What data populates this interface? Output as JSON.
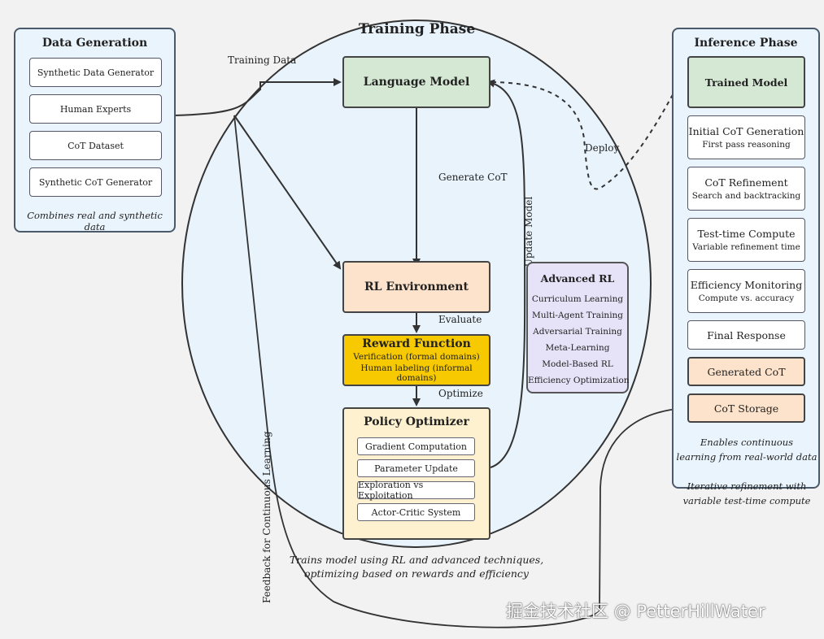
{
  "data_generation": {
    "title": "Data Generation",
    "items": [
      "Synthetic Data Generator",
      "Human Experts",
      "CoT Dataset",
      "Synthetic CoT Generator"
    ],
    "caption": "Combines real and synthetic data"
  },
  "training": {
    "title": "Training Phase",
    "language_model": "Language Model",
    "rl_environment": "RL Environment",
    "reward_function": {
      "title": "Reward Function",
      "line1": "Verification (formal domains)",
      "line2": "Human labeling (informal domains)"
    },
    "policy_optimizer": {
      "title": "Policy Optimizer",
      "items": [
        "Gradient Computation",
        "Parameter Update",
        "Exploration vs Exploitation",
        "Actor-Critic System"
      ]
    },
    "caption_line1": "Trains model using RL and advanced techniques,",
    "caption_line2": "optimizing based on rewards and efficiency"
  },
  "advanced_rl": {
    "title": "Advanced RL",
    "items": [
      "Curriculum Learning",
      "Multi-Agent Training",
      "Adversarial Training",
      "Meta-Learning",
      "Model-Based RL",
      "Efficiency Optimization"
    ]
  },
  "inference": {
    "title": "Inference Phase",
    "trained_model": "Trained Model",
    "steps": [
      {
        "title": "Initial CoT Generation",
        "sub": "First pass reasoning"
      },
      {
        "title": "CoT Refinement",
        "sub": "Search and backtracking"
      },
      {
        "title": "Test-time Compute",
        "sub": "Variable refinement time"
      },
      {
        "title": "Efficiency Monitoring",
        "sub": "Compute vs. accuracy"
      }
    ],
    "final_response": "Final Response",
    "generated_cot": "Generated CoT",
    "cot_storage": "CoT Storage",
    "caption1_line1": "Enables continuous",
    "caption1_line2": "learning from real-world data",
    "caption2_line1": "Iterative refinement with",
    "caption2_line2": "variable test-time compute"
  },
  "edges": {
    "training_data": "Training Data",
    "generate_cot": "Generate CoT",
    "evaluate": "Evaluate",
    "optimize": "Optimize",
    "update_model": "Update Model",
    "deploy": "Deploy",
    "feedback": "Feedback for Continuous Learning"
  },
  "watermark": "掘金技术社区 @ PetterHillWater",
  "colors": {
    "panel_bg": "#eaf4fd",
    "ellipse_bg": "#e8f3fc",
    "model_green": "#d5e8d4",
    "env_peach": "#fde3cb",
    "reward_gold": "#f7c900",
    "policy_cream": "#fdf1cf",
    "advanced_lavender": "#e6e2f7"
  }
}
